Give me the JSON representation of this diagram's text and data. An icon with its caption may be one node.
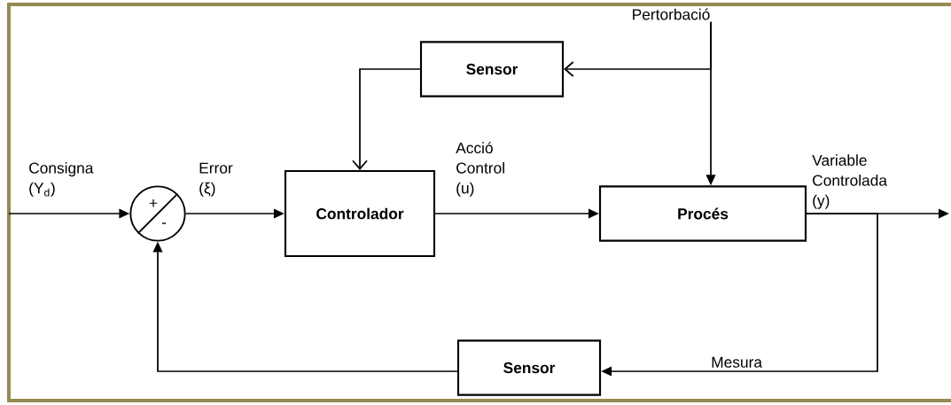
{
  "diagram": {
    "nodes": [
      {
        "text": [
          "Sensor"
        ]
      },
      {
        "text": [
          "+",
          "-"
        ]
      },
      {
        "text": [
          "Controlador"
        ]
      },
      {
        "text": [
          "Procés"
        ]
      },
      {
        "text": [
          "Sensor"
        ]
      },
      {
        "text": [
          "Pertorbació"
        ]
      }
    ],
    "edges": [
      {
        "from": null,
        "to": 1,
        "arrow": "to",
        "label": "Consigna (Y$_{d}$)"
      },
      {
        "from": 1,
        "to": 2,
        "arrow": "to",
        "label": "Error (ξ)"
      },
      {
        "from": 2,
        "to": 3,
        "arrow": "to",
        "label": "Acció Control (u)"
      },
      {
        "from": 3,
        "to": null,
        "arrow": "to",
        "label": "Variable Controlada (y)"
      },
      {
        "from": 3,
        "to": 4,
        "arrow": "to",
        "label": "Mesura"
      },
      {
        "from": 4,
        "to": 1,
        "arrow": "to"
      },
      {
        "from": 0,
        "to": 2,
        "arrow": "to"
      },
      {
        "from": 5,
        "to": 0,
        "arrow": "to"
      },
      {
        "from": 5,
        "to": 3,
        "arrow": "to"
      }
    ]
  }
}
